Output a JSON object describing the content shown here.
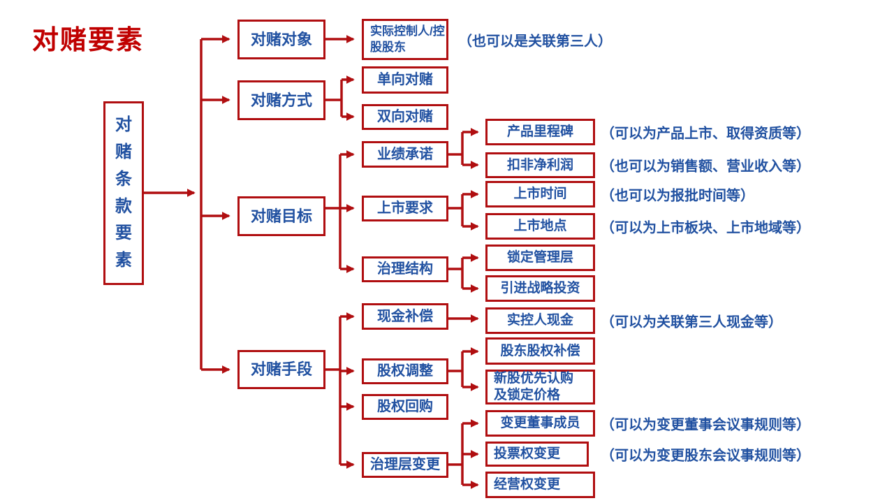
{
  "title": "对赌要素",
  "colors": {
    "line_red": "#B00E10",
    "title_red": "#C00000",
    "text_blue": "#2151A1",
    "background": "#FFFFFF"
  },
  "nodes": {
    "root": "对赌条款要素",
    "object": "对赌对象",
    "mode": "对赌方式",
    "goal": "对赌目标",
    "means": "对赌手段",
    "controller": "实际控制人/控股股东",
    "one_way": "单向对赌",
    "two_way": "双向对赌",
    "performance": "业绩承诺",
    "listing": "上市要求",
    "governance": "治理结构",
    "cash_comp": "现金补偿",
    "equity_adj": "股权调整",
    "buyback": "股权回购",
    "gov_change": "治理层变更",
    "milestone": "产品里程碑",
    "net_profit": "扣非净利润",
    "listing_time": "上市时间",
    "listing_place": "上市地点",
    "lock_mgmt": "锁定管理层",
    "strategic_inv": "引进战略投资",
    "controller_cash": "实控人现金",
    "shareholder_comp": "股东股权补偿",
    "new_shares": "新股优先认购及锁定价格",
    "board_change": "变更董事成员",
    "voting_change": "投票权变更",
    "operating_change": "经营权变更"
  },
  "notes": {
    "third_party": "（也可以是关联第三人）",
    "milestone": "（可以为产品上市、取得资质等）",
    "net_profit": "（也可以为销售额、营业收入等）",
    "listing_time": "（也可以为报批时间等）",
    "listing_place": "（可以为上市板块、上市地域等）",
    "controller_cash": "（可以为关联第三人现金等）",
    "board_change": "（可以为变更董事会议事规则等）",
    "voting_change": "（可以为变更股东会议事规则等）"
  }
}
